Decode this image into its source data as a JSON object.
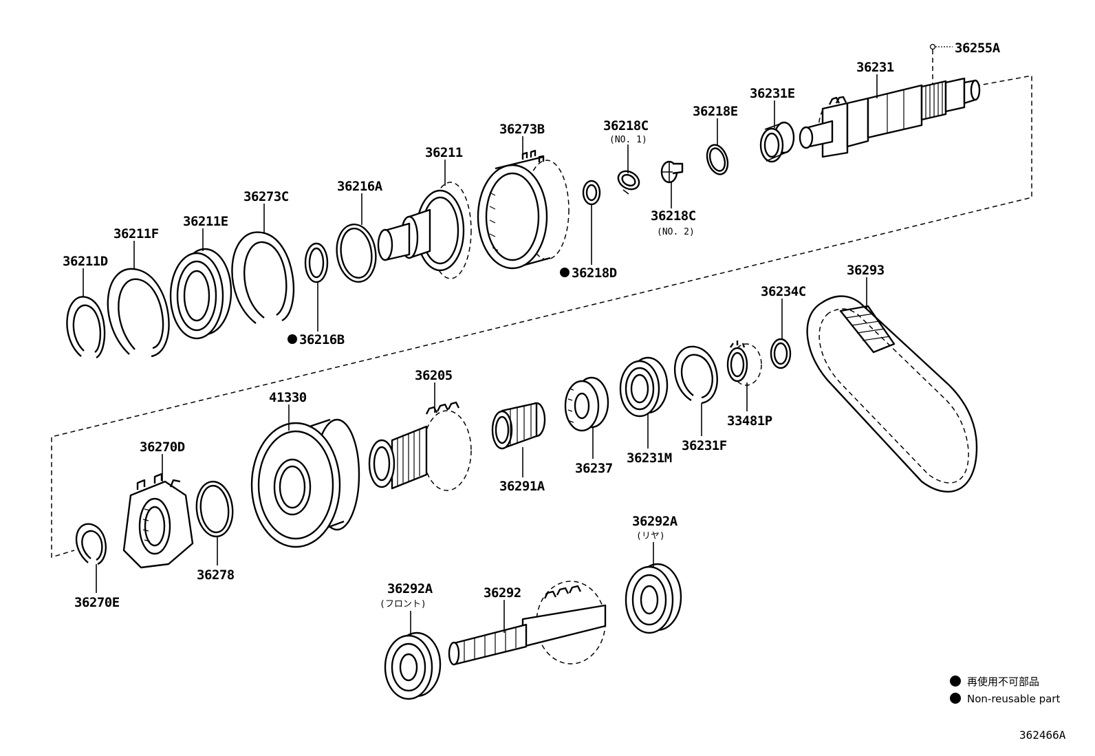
{
  "drawing_number": "362466A",
  "legend": {
    "marker": "●",
    "line_ja": "再使用不可部品",
    "line_en": "Non-reusable part"
  },
  "parts": [
    {
      "id": "p36255A",
      "label": "36255A"
    },
    {
      "id": "p36231",
      "label": "36231"
    },
    {
      "id": "p36231E",
      "label": "36231E"
    },
    {
      "id": "p36218E",
      "label": "36218E"
    },
    {
      "id": "p36218C1",
      "label": "36218C",
      "note": "(NO. 1)"
    },
    {
      "id": "p36218C2",
      "label": "36218C",
      "note": "(NO. 2)"
    },
    {
      "id": "p36218D",
      "label": "36218D",
      "non_reusable": true
    },
    {
      "id": "p36273B",
      "label": "36273B"
    },
    {
      "id": "p36211",
      "label": "36211"
    },
    {
      "id": "p36216A",
      "label": "36216A"
    },
    {
      "id": "p36216B",
      "label": "36216B",
      "non_reusable": true
    },
    {
      "id": "p36273C",
      "label": "36273C"
    },
    {
      "id": "p36211E",
      "label": "36211E"
    },
    {
      "id": "p36211F",
      "label": "36211F"
    },
    {
      "id": "p36211D",
      "label": "36211D"
    },
    {
      "id": "p36293",
      "label": "36293"
    },
    {
      "id": "p36234C",
      "label": "36234C"
    },
    {
      "id": "p33481P",
      "label": "33481P"
    },
    {
      "id": "p36231F",
      "label": "36231F"
    },
    {
      "id": "p36231M",
      "label": "36231M"
    },
    {
      "id": "p36237",
      "label": "36237"
    },
    {
      "id": "p36291A",
      "label": "36291A"
    },
    {
      "id": "p36205",
      "label": "36205"
    },
    {
      "id": "p41330",
      "label": "41330"
    },
    {
      "id": "p36270D",
      "label": "36270D"
    },
    {
      "id": "p36278",
      "label": "36278"
    },
    {
      "id": "p36270E",
      "label": "36270E"
    },
    {
      "id": "p36292Ar",
      "label": "36292A",
      "note": "(リヤ)"
    },
    {
      "id": "p36292Af",
      "label": "36292A",
      "note": "(フロント)"
    },
    {
      "id": "p36292",
      "label": "36292"
    }
  ]
}
